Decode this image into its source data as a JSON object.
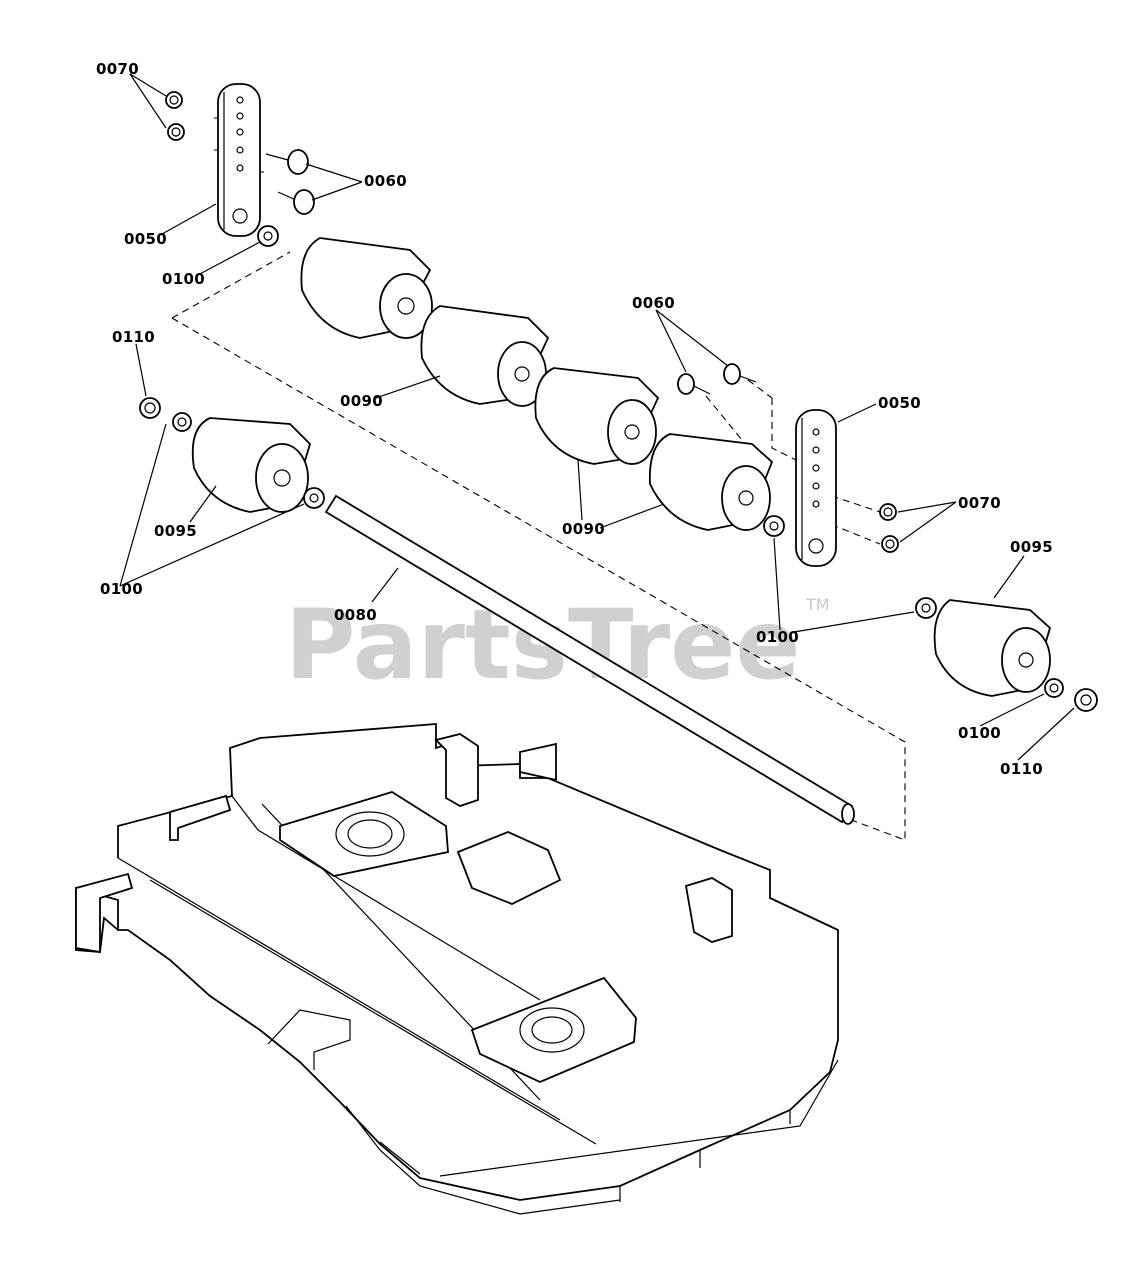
{
  "watermark": {
    "text": "PartsTree",
    "trademark": "TM"
  },
  "callouts": [
    {
      "id": "c-0070-a",
      "label": "0070"
    },
    {
      "id": "c-0060-a",
      "label": "0060"
    },
    {
      "id": "c-0050-a",
      "label": "0050"
    },
    {
      "id": "c-0100-a",
      "label": "0100"
    },
    {
      "id": "c-0060-b",
      "label": "0060"
    },
    {
      "id": "c-0110-a",
      "label": "0110"
    },
    {
      "id": "c-0090-a",
      "label": "0090"
    },
    {
      "id": "c-0050-b",
      "label": "0050"
    },
    {
      "id": "c-0095-a",
      "label": "0095"
    },
    {
      "id": "c-0090-b",
      "label": "0090"
    },
    {
      "id": "c-0070-b",
      "label": "0070"
    },
    {
      "id": "c-0095-b",
      "label": "0095"
    },
    {
      "id": "c-0100-b",
      "label": "0100"
    },
    {
      "id": "c-0080",
      "label": "0080"
    },
    {
      "id": "c-0100-c",
      "label": "0100"
    },
    {
      "id": "c-0100-d",
      "label": "0100"
    },
    {
      "id": "c-0110-b",
      "label": "0110"
    }
  ]
}
